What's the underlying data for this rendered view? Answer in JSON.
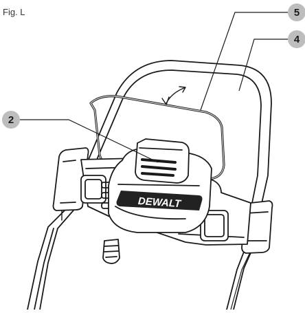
{
  "figure": {
    "label": "Fig. L"
  },
  "callouts": {
    "c5": "5",
    "c4": "4",
    "c2": "2"
  },
  "logo": {
    "text": "DEWALT"
  },
  "colors": {
    "line": "#1a1a1a",
    "callout_fill": "#bdbdbd",
    "cable": "#c8c8c8",
    "logo_fill": "#222222"
  },
  "icons": {
    "rotate": "curved-double-arrow-icon"
  }
}
